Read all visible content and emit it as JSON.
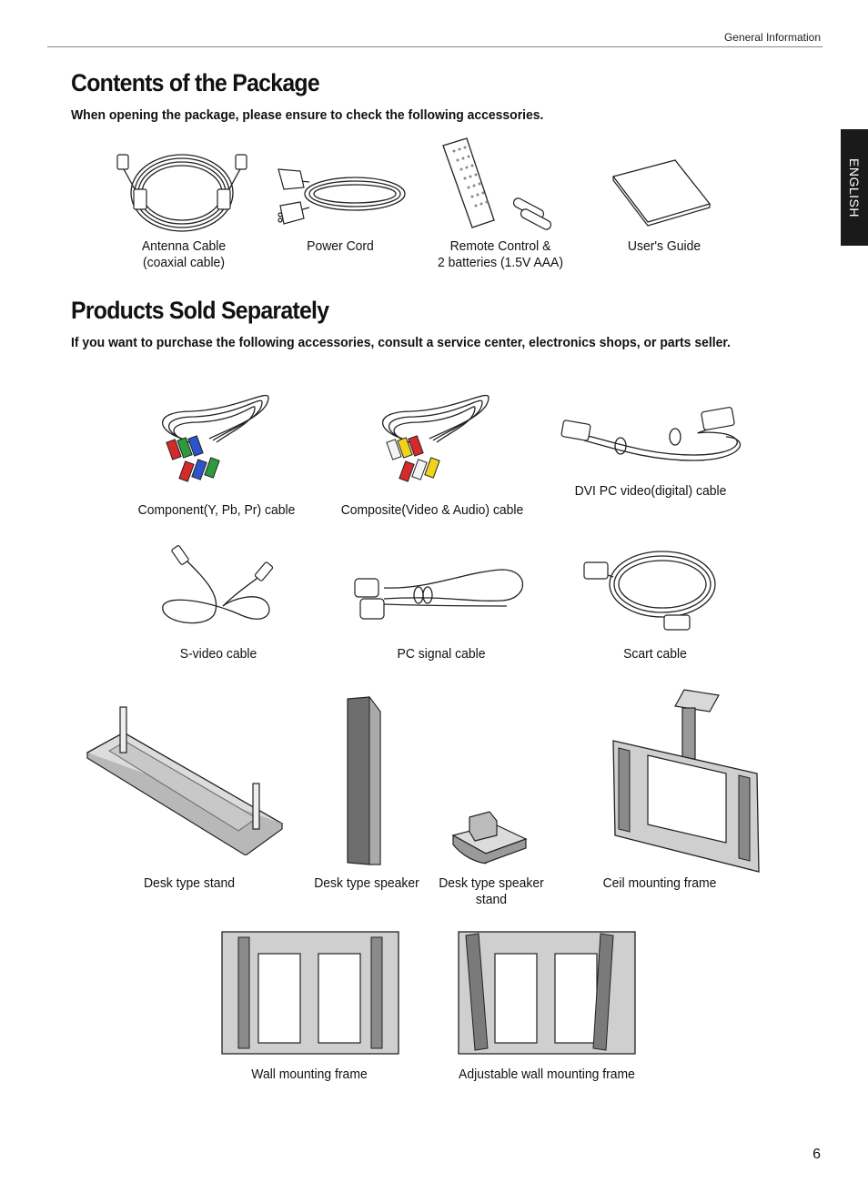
{
  "header": {
    "section": "General Information",
    "language_tab": "ENGLISH",
    "page_number": "6"
  },
  "contents": {
    "title": "Contents of the Package",
    "intro": "When opening the package, please ensure to check the following accessories.",
    "items": [
      {
        "line1": "Antenna Cable",
        "line2": "(coaxial cable)",
        "icon": "antenna-cable-icon"
      },
      {
        "line1": "Power Cord",
        "line2": "",
        "icon": "power-cord-icon"
      },
      {
        "line1": "Remote Control &",
        "line2": "2 batteries (1.5V AAA)",
        "icon": "remote-control-icon"
      },
      {
        "line1": "User's Guide",
        "line2": "",
        "icon": "users-guide-icon"
      }
    ]
  },
  "separate": {
    "title": "Products Sold Separately",
    "intro": "If you want to purchase the following accessories, consult a service center, electronics shops, or parts seller.",
    "items": [
      {
        "line1": "Component(Y, Pb, Pr) cable",
        "line2": "",
        "icon": "component-cable-icon"
      },
      {
        "line1": "Composite(Video & Audio) cable",
        "line2": "",
        "icon": "composite-cable-icon"
      },
      {
        "line1": "DVI PC video(digital) cable",
        "line2": "",
        "icon": "dvi-cable-icon"
      },
      {
        "line1": "S-video cable",
        "line2": "",
        "icon": "s-video-cable-icon"
      },
      {
        "line1": "PC signal cable",
        "line2": "",
        "icon": "pc-signal-cable-icon"
      },
      {
        "line1": "Scart cable",
        "line2": "",
        "icon": "scart-cable-icon"
      },
      {
        "line1": "Desk type stand",
        "line2": "",
        "icon": "desk-stand-icon"
      },
      {
        "line1": "Desk type speaker",
        "line2": "",
        "icon": "desk-speaker-icon"
      },
      {
        "line1": "Desk type speaker",
        "line2": "stand",
        "icon": "speaker-stand-icon"
      },
      {
        "line1": "Ceil mounting frame",
        "line2": "",
        "icon": "ceiling-mount-icon"
      },
      {
        "line1": "Wall mounting frame",
        "line2": "",
        "icon": "wall-mount-icon"
      },
      {
        "line1": "Adjustable wall mounting frame",
        "line2": "",
        "icon": "adjustable-wall-mount-icon"
      }
    ]
  },
  "colors": {
    "tab_bg": "#1a1a1a",
    "rca_red": "#d62a2a",
    "rca_green": "#2e9a3c",
    "rca_blue": "#2b55c8",
    "rca_yellow": "#f2d21a",
    "rca_white": "#f4f4f4"
  }
}
